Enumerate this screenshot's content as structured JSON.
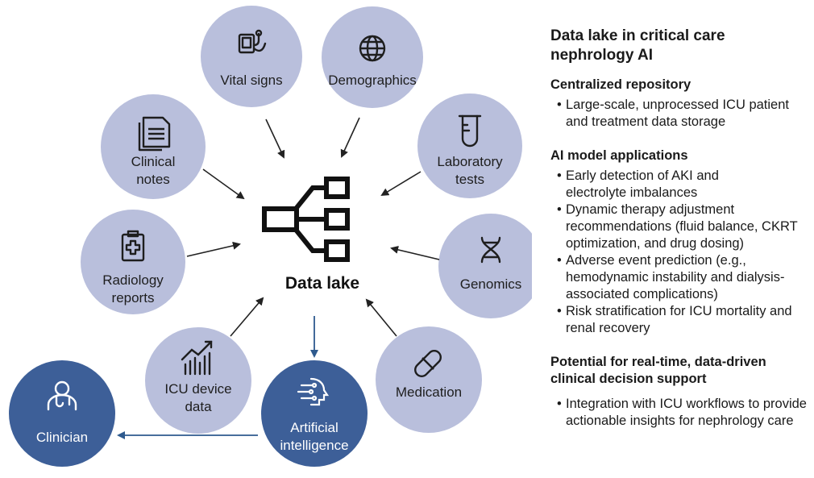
{
  "hub": {
    "label": "Data lake"
  },
  "sources": [
    {
      "id": "vital",
      "label": "Vital signs",
      "icon": "monitor-stethoscope-icon"
    },
    {
      "id": "demo",
      "label": "Demographics",
      "icon": "globe-icon"
    },
    {
      "id": "notes",
      "label": "Clinical notes",
      "icon": "document-icon"
    },
    {
      "id": "lab",
      "label": "Laboratory tests",
      "icon": "test-tube-icon"
    },
    {
      "id": "radio",
      "label": "Radiology reports",
      "icon": "clipboard-cross-icon"
    },
    {
      "id": "genomics",
      "label": "Genomics",
      "icon": "dna-icon"
    },
    {
      "id": "icu",
      "label": "ICU device data",
      "icon": "bar-chart-trend-icon"
    },
    {
      "id": "med",
      "label": "Medication",
      "icon": "pill-icon"
    }
  ],
  "outputs": {
    "ai": {
      "label": "Artificial intelligence",
      "icon": "ai-head-icon"
    },
    "clinician": {
      "label": "Clinician",
      "icon": "doctor-icon"
    }
  },
  "colors": {
    "source_circle": "#b9bfdc",
    "output_circle": "#3d5f98",
    "arrow": "#222222",
    "output_arrow": "#2e5a8e"
  },
  "panel": {
    "title": "Data lake in critical care nephrology AI",
    "sections": [
      {
        "title": "Centralized repository",
        "items": [
          "Large-scale, unprocessed ICU patient and treatment data storage"
        ]
      },
      {
        "title": "AI model applications",
        "items": [
          "Early detection of AKI and electrolyte imbalances",
          "Dynamic therapy adjustment recommendations (fluid balance, CKRT optimization, and drug dosing)",
          "Adverse event prediction (e.g., hemodynamic instability and dialysis-associated complications)",
          "Risk stratification for ICU mortality and renal recovery"
        ]
      },
      {
        "title": "Potential for real-time, data-driven clinical decision support",
        "items": [
          "Integration with ICU workflows to provide actionable insights for nephrology care"
        ]
      }
    ]
  }
}
